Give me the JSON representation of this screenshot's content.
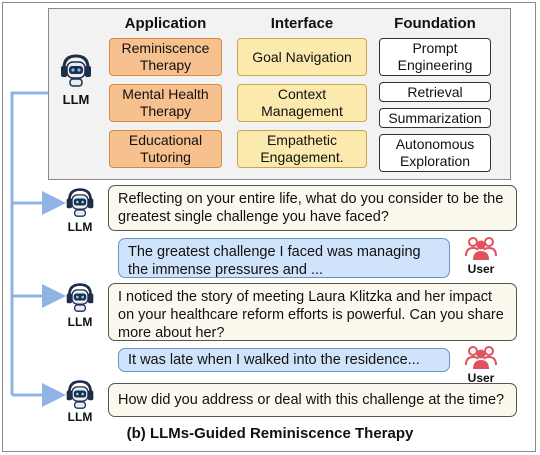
{
  "columns": {
    "application": "Application",
    "interface": "Interface",
    "foundation": "Foundation"
  },
  "application": [
    "Reminiscence Therapy",
    "Mental Health Therapy",
    "Educational Tutoring"
  ],
  "interface": [
    "Goal Navigation",
    "Context Management",
    "Empathetic Engagement."
  ],
  "foundation": [
    "Prompt Engineering",
    "Retrieval",
    "Summarization",
    "Autonomous Exploration"
  ],
  "roles": {
    "llm": "LLM",
    "user": "User"
  },
  "dialogue": {
    "bot1": "Reflecting on your entire life, what do you consider to be the greatest single challenge you have faced?",
    "user1": "The greatest challenge I faced was managing the immense pressures and ...",
    "bot2": "I noticed the story of meeting Laura Klitzka and her impact on your healthcare reform efforts is powerful. Can you share more about her?",
    "user2": "It was late when I walked into the residence...",
    "bot3": "How did you address or deal with this challenge at the time?"
  },
  "caption": "(b) LLMs-Guided Reminiscence Therapy",
  "colors": {
    "application": "#f6c08f",
    "interface": "#fbe9ad",
    "user_bubble": "#cfe4fb",
    "arrow": "#8fb4e3",
    "user_icon": "#e0525d"
  }
}
